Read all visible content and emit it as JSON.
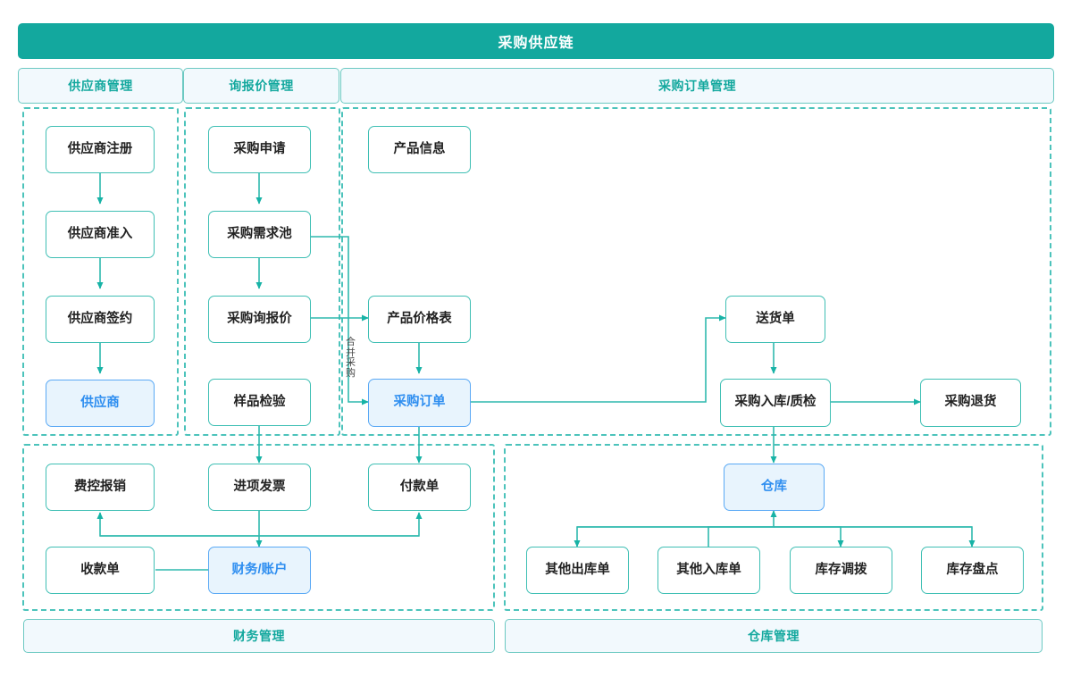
{
  "header": {
    "title": "采购供应链",
    "accent": "#13a89e"
  },
  "colors": {
    "accent": "#13a89e",
    "line": "#3fbfb4",
    "node_border": "#3fbfb4",
    "highlight_border": "#5aa9f5",
    "highlight_fill": "#e8f4fd",
    "highlight_text": "#2e8ef0",
    "pill_fill": "#f2f9fd",
    "zone_dash": "#4cc3bb"
  },
  "group_headers": [
    {
      "id": "supplier",
      "label": "供应商管理"
    },
    {
      "id": "rfq",
      "label": "询报价管理"
    },
    {
      "id": "purchase-order",
      "label": "采购订单管理"
    }
  ],
  "group_footers": [
    {
      "id": "finance",
      "label": "财务管理"
    },
    {
      "id": "warehouse",
      "label": "仓库管理"
    }
  ],
  "nodes": [
    {
      "id": "supplier-register",
      "label": "供应商注册",
      "highlight": false
    },
    {
      "id": "supplier-access",
      "label": "供应商准入",
      "highlight": false
    },
    {
      "id": "supplier-contract",
      "label": "供应商签约",
      "highlight": false
    },
    {
      "id": "supplier",
      "label": "供应商",
      "highlight": true
    },
    {
      "id": "purchase-request",
      "label": "采购申请",
      "highlight": false
    },
    {
      "id": "demand-pool",
      "label": "采购需求池",
      "highlight": false
    },
    {
      "id": "rfq-quote",
      "label": "采购询报价",
      "highlight": false
    },
    {
      "id": "sample-inspection",
      "label": "样品检验",
      "highlight": false
    },
    {
      "id": "product-info",
      "label": "产品信息",
      "highlight": false
    },
    {
      "id": "price-list",
      "label": "产品价格表",
      "highlight": false
    },
    {
      "id": "purchase-order",
      "label": "采购订单",
      "highlight": true
    },
    {
      "id": "delivery-note",
      "label": "送货单",
      "highlight": false
    },
    {
      "id": "receipt-qc",
      "label": "采购入库/质检",
      "highlight": false
    },
    {
      "id": "purchase-return",
      "label": "采购退货",
      "highlight": false
    },
    {
      "id": "expense-claim",
      "label": "费控报销",
      "highlight": false
    },
    {
      "id": "input-invoice",
      "label": "进项发票",
      "highlight": false
    },
    {
      "id": "payment-note",
      "label": "付款单",
      "highlight": false
    },
    {
      "id": "receipt-note",
      "label": "收款单",
      "highlight": false
    },
    {
      "id": "finance-account",
      "label": "财务/账户",
      "highlight": true
    },
    {
      "id": "warehouse",
      "label": "仓库",
      "highlight": true
    },
    {
      "id": "other-outbound",
      "label": "其他出库单",
      "highlight": false
    },
    {
      "id": "other-inbound",
      "label": "其他入库单",
      "highlight": false
    },
    {
      "id": "stock-transfer",
      "label": "库存调拨",
      "highlight": false
    },
    {
      "id": "stock-count",
      "label": "库存盘点",
      "highlight": false
    }
  ],
  "edge_labels": [
    {
      "id": "merge-purchase",
      "label": "合并采购"
    }
  ]
}
